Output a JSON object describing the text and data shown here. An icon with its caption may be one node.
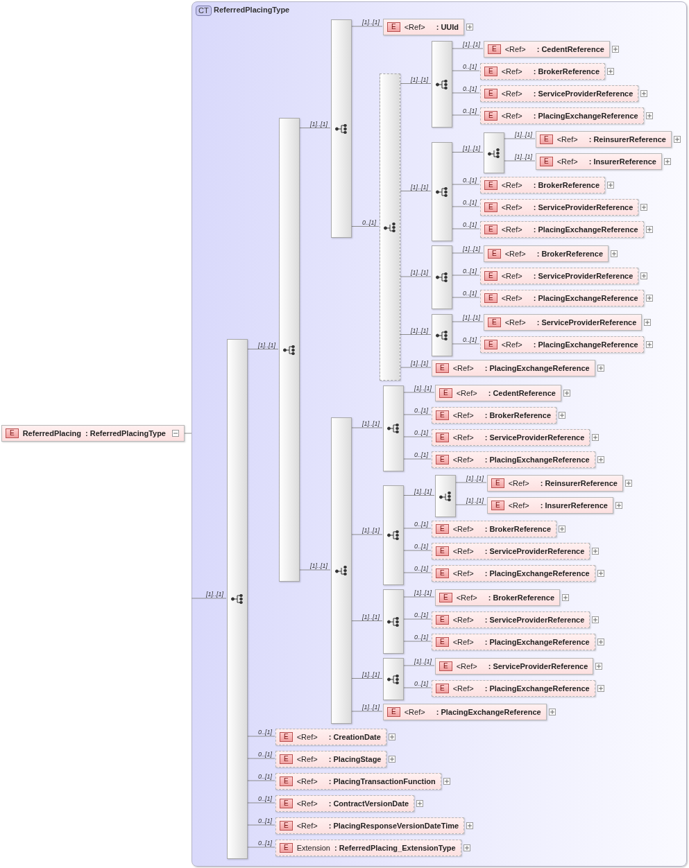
{
  "diagram": {
    "nodes": [
      {
        "text": [
          "E",
          "ReferredPlacing",
          ": ReferredPlacingType"
        ]
      },
      {
        "text": [
          "CT",
          "ReferredPlacingType"
        ]
      },
      {
        "text": [],
        "shape": "bar",
        "in": 1
      },
      {
        "text": [],
        "shape": "bar",
        "in": 1
      },
      {
        "text": [],
        "shape": "bar",
        "in": 1
      },
      {
        "text": [
          "E",
          "<Ref>",
          ": UUId"
        ],
        "in": 1
      },
      {
        "text": [],
        "shape": "bar",
        "in": 1
      },
      {
        "text": [],
        "shape": "bar",
        "in": 1
      },
      {
        "text": [
          "E",
          "<Ref>",
          ": CedentReference"
        ],
        "in": 1
      },
      {
        "text": [
          "E",
          "<Ref>",
          ": BrokerReference"
        ],
        "in": 1
      },
      {
        "text": [
          "E",
          "<Ref>",
          ": ServiceProviderReference"
        ],
        "in": 1
      },
      {
        "text": [
          "E",
          "<Ref>",
          ": PlacingExchangeReference"
        ],
        "in": 1
      },
      {
        "text": [],
        "shape": "bar",
        "in": 1
      },
      {
        "text": [],
        "shape": "bar",
        "in": 1
      },
      {
        "text": [
          "E",
          "<Ref>",
          ": ReinsurerReference"
        ],
        "in": 1
      },
      {
        "text": [
          "E",
          "<Ref>",
          ": InsurerReference"
        ],
        "in": 1
      },
      {
        "text": [
          "E",
          "<Ref>",
          ": BrokerReference"
        ],
        "in": 1
      },
      {
        "text": [
          "E",
          "<Ref>",
          ": ServiceProviderReference"
        ],
        "in": 1
      },
      {
        "text": [
          "E",
          "<Ref>",
          ": PlacingExchangeReference"
        ],
        "in": 1
      },
      {
        "text": [],
        "shape": "bar",
        "in": 1
      },
      {
        "text": [
          "E",
          "<Ref>",
          ": BrokerReference"
        ],
        "in": 1
      },
      {
        "text": [
          "E",
          "<Ref>",
          ": ServiceProviderReference"
        ],
        "in": 1
      },
      {
        "text": [
          "E",
          "<Ref>",
          ": PlacingExchangeReference"
        ],
        "in": 1
      },
      {
        "text": [],
        "shape": "bar",
        "in": 1
      },
      {
        "text": [
          "E",
          "<Ref>",
          ": ServiceProviderReference"
        ],
        "in": 1
      },
      {
        "text": [
          "E",
          "<Ref>",
          ": PlacingExchangeReference"
        ],
        "in": 1
      },
      {
        "text": [
          "E",
          "<Ref>",
          ": PlacingExchangeReference"
        ],
        "in": 1
      },
      {
        "text": [],
        "shape": "bar",
        "in": 1
      },
      {
        "text": [],
        "shape": "bar",
        "in": 1
      },
      {
        "text": [
          "E",
          "<Ref>",
          ": CedentReference"
        ],
        "in": 1
      },
      {
        "text": [
          "E",
          "<Ref>",
          ": BrokerReference"
        ],
        "in": 1
      },
      {
        "text": [
          "E",
          "<Ref>",
          ": ServiceProviderReference"
        ],
        "in": 1
      },
      {
        "text": [
          "E",
          "<Ref>",
          ": PlacingExchangeReference"
        ],
        "in": 1
      },
      {
        "text": [],
        "shape": "bar",
        "in": 1
      },
      {
        "text": [],
        "shape": "bar",
        "in": 1
      },
      {
        "text": [
          "E",
          "<Ref>",
          ": ReinsurerReference"
        ],
        "in": 1
      },
      {
        "text": [
          "E",
          "<Ref>",
          ": InsurerReference"
        ],
        "in": 1
      },
      {
        "text": [
          "E",
          "<Ref>",
          ": BrokerReference"
        ],
        "in": 1
      },
      {
        "text": [
          "E",
          "<Ref>",
          ": ServiceProviderReference"
        ],
        "in": 1
      },
      {
        "text": [
          "E",
          "<Ref>",
          ": PlacingExchangeReference"
        ],
        "in": 1
      },
      {
        "text": [],
        "shape": "bar",
        "in": 1
      },
      {
        "text": [
          "E",
          "<Ref>",
          ": BrokerReference"
        ],
        "in": 1
      },
      {
        "text": [
          "E",
          "<Ref>",
          ": ServiceProviderReference"
        ],
        "in": 1
      },
      {
        "text": [
          "E",
          "<Ref>",
          ": PlacingExchangeReference"
        ],
        "in": 1
      },
      {
        "text": [],
        "shape": "bar",
        "in": 1
      },
      {
        "text": [
          "E",
          "<Ref>",
          ": ServiceProviderReference"
        ],
        "in": 1
      },
      {
        "text": [
          "E",
          "<Ref>",
          ": PlacingExchangeReference"
        ],
        "in": 1
      },
      {
        "text": [
          "E",
          "<Ref>",
          ": PlacingExchangeReference"
        ],
        "in": 1
      },
      {
        "text": [
          "E",
          "<Ref>",
          ": CreationDate"
        ],
        "in": 1
      },
      {
        "text": [
          "E",
          "<Ref>",
          ": PlacingStage"
        ],
        "in": 1
      },
      {
        "text": [
          "E",
          "<Ref>",
          ": PlacingTransactionFunction"
        ],
        "in": 1
      },
      {
        "text": [
          "E",
          "<Ref>",
          ": ContractVersionDate"
        ],
        "in": 1
      },
      {
        "text": [
          "E",
          "<Ref>",
          ": PlacingResponseVersionDateTime"
        ],
        "in": 1
      },
      {
        "text": [
          "E",
          "Extension",
          ": ReferredPlacing_ExtensionType"
        ],
        "in": 1
      }
    ],
    "edges": [
      {
        "from": 0,
        "to": 1,
        "arrow": "none"
      },
      {
        "from": 1,
        "to": 2,
        "arrow": "none",
        "label": "[1]..[1]"
      },
      {
        "from": 2,
        "to": 3,
        "arrow": "none",
        "label": "[1]..[1]"
      },
      {
        "from": 3,
        "to": 4,
        "arrow": "none",
        "label": "[1]..[1]"
      },
      {
        "from": 4,
        "to": 5,
        "arrow": "none",
        "label": "[1]..[1]"
      },
      {
        "from": 4,
        "to": 6,
        "arrow": "none",
        "label": "0..[1]"
      },
      {
        "from": 6,
        "to": 7,
        "arrow": "none",
        "label": "[1]..[1]"
      },
      {
        "from": 7,
        "to": 8,
        "arrow": "none",
        "label": "[1]..[1]"
      },
      {
        "from": 7,
        "to": 9,
        "arrow": "none",
        "label": "0..[1]"
      },
      {
        "from": 7,
        "to": 10,
        "arrow": "none",
        "label": "0..[1]"
      },
      {
        "from": 7,
        "to": 11,
        "arrow": "none",
        "label": "0..[1]"
      },
      {
        "from": 6,
        "to": 12,
        "arrow": "none",
        "label": "[1]..[1]"
      },
      {
        "from": 12,
        "to": 13,
        "arrow": "none",
        "label": "[1]..[1]"
      },
      {
        "from": 13,
        "to": 14,
        "arrow": "none",
        "label": "[1]..[1]"
      },
      {
        "from": 13,
        "to": 15,
        "arrow": "none",
        "label": "[1]..[1]"
      },
      {
        "from": 12,
        "to": 16,
        "arrow": "none",
        "label": "0..[1]"
      },
      {
        "from": 12,
        "to": 17,
        "arrow": "none",
        "label": "0..[1]"
      },
      {
        "from": 12,
        "to": 18,
        "arrow": "none",
        "label": "0..[1]"
      },
      {
        "from": 6,
        "to": 19,
        "arrow": "none",
        "label": "[1]..[1]"
      },
      {
        "from": 19,
        "to": 20,
        "arrow": "none",
        "label": "[1]..[1]"
      },
      {
        "from": 19,
        "to": 21,
        "arrow": "none",
        "label": "0..[1]"
      },
      {
        "from": 19,
        "to": 22,
        "arrow": "none",
        "label": "0..[1]"
      },
      {
        "from": 6,
        "to": 23,
        "arrow": "none",
        "label": "[1]..[1]"
      },
      {
        "from": 23,
        "to": 24,
        "arrow": "none",
        "label": "[1]..[1]"
      },
      {
        "from": 23,
        "to": 25,
        "arrow": "none",
        "label": "0..[1]"
      },
      {
        "from": 6,
        "to": 26,
        "arrow": "none",
        "label": "[1]..[1]"
      },
      {
        "from": 3,
        "to": 27,
        "arrow": "none",
        "label": "[1]..[1]"
      },
      {
        "from": 27,
        "to": 28,
        "arrow": "none",
        "label": "[1]..[1]"
      },
      {
        "from": 28,
        "to": 29,
        "arrow": "none",
        "label": "[1]..[1]"
      },
      {
        "from": 28,
        "to": 30,
        "arrow": "none",
        "label": "0..[1]"
      },
      {
        "from": 28,
        "to": 31,
        "arrow": "none",
        "label": "0..[1]"
      },
      {
        "from": 28,
        "to": 32,
        "arrow": "none",
        "label": "0..[1]"
      },
      {
        "from": 27,
        "to": 33,
        "arrow": "none",
        "label": "[1]..[1]"
      },
      {
        "from": 33,
        "to": 34,
        "arrow": "none",
        "label": "[1]..[1]"
      },
      {
        "from": 34,
        "to": 35,
        "arrow": "none",
        "label": "[1]..[1]"
      },
      {
        "from": 34,
        "to": 36,
        "arrow": "none",
        "label": "[1]..[1]"
      },
      {
        "from": 33,
        "to": 37,
        "arrow": "none",
        "label": "0..[1]"
      },
      {
        "from": 33,
        "to": 38,
        "arrow": "none",
        "label": "0..[1]"
      },
      {
        "from": 33,
        "to": 39,
        "arrow": "none",
        "label": "0..[1]"
      },
      {
        "from": 27,
        "to": 40,
        "arrow": "none",
        "label": "[1]..[1]"
      },
      {
        "from": 40,
        "to": 41,
        "arrow": "none",
        "label": "[1]..[1]"
      },
      {
        "from": 40,
        "to": 42,
        "arrow": "none",
        "label": "0..[1]"
      },
      {
        "from": 40,
        "to": 43,
        "arrow": "none",
        "label": "0..[1]"
      },
      {
        "from": 27,
        "to": 44,
        "arrow": "none",
        "label": "[1]..[1]"
      },
      {
        "from": 44,
        "to": 45,
        "arrow": "none",
        "label": "[1]..[1]"
      },
      {
        "from": 44,
        "to": 46,
        "arrow": "none",
        "label": "0..[1]"
      },
      {
        "from": 27,
        "to": 47,
        "arrow": "none",
        "label": "[1]..[1]"
      },
      {
        "from": 2,
        "to": 48,
        "arrow": "none",
        "label": "0..[1]"
      },
      {
        "from": 2,
        "to": 49,
        "arrow": "none",
        "label": "0..[1]"
      },
      {
        "from": 2,
        "to": 50,
        "arrow": "none",
        "label": "0..[1]"
      },
      {
        "from": 2,
        "to": 51,
        "arrow": "none",
        "label": "0..[1]"
      },
      {
        "from": 2,
        "to": 52,
        "arrow": "none",
        "label": "0..[1]"
      },
      {
        "from": 2,
        "to": 53,
        "arrow": "none",
        "label": "0..[1]"
      }
    ]
  }
}
